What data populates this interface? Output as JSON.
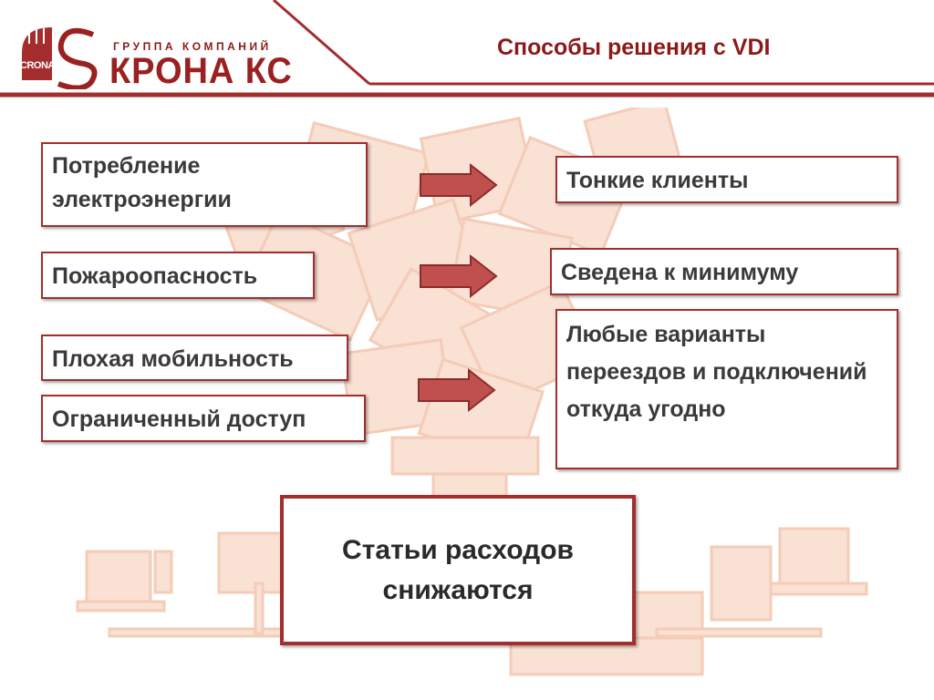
{
  "header": {
    "logo_tagline": "ГРУППА КОМПАНИЙ",
    "logo_name": "КРОНА КС",
    "logo_mark": "CRONA",
    "title": "Способы решения с VDI"
  },
  "problems": [
    "Потребление электроэнергии",
    "Пожароопасность",
    "Плохая мобильность",
    "Ограниченный доступ"
  ],
  "solutions": [
    "Тонкие клиенты",
    "Сведена к минимуму",
    "Любые варианты переездов и подключений откуда угодно"
  ],
  "conclusion": "Статьи расходов снижаются",
  "colors": {
    "accent": "#a42d2d",
    "arrow_fill": "#c0504d",
    "background_art": "#f6cdb8"
  }
}
